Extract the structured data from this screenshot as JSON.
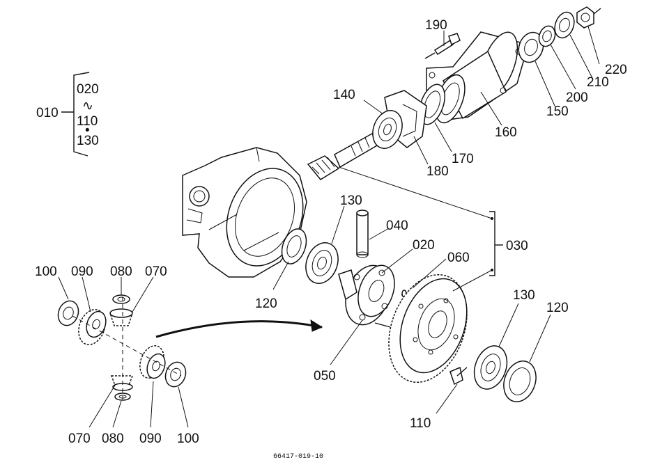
{
  "legend": {
    "group": "010",
    "items": [
      "020",
      "∿",
      "110",
      "•",
      "130"
    ]
  },
  "callouts": {
    "c190": "190",
    "c220": "220",
    "c210": "210",
    "c200": "200",
    "c150": "150",
    "c140": "140",
    "c160": "160",
    "c170": "170",
    "c180": "180",
    "c130_top": "130",
    "c040": "040",
    "c020": "020",
    "c060": "060",
    "c030": "030",
    "c120_left": "120",
    "c100_top": "100",
    "c090_top": "090",
    "c080_top": "080",
    "c070_top": "070",
    "c050": "050",
    "c130_right": "130",
    "c120_right": "120",
    "c110": "110",
    "c070_bot": "070",
    "c080_bot": "080",
    "c090_bot": "090",
    "c100_bot": "100"
  },
  "figure_number": "66417-019-10"
}
